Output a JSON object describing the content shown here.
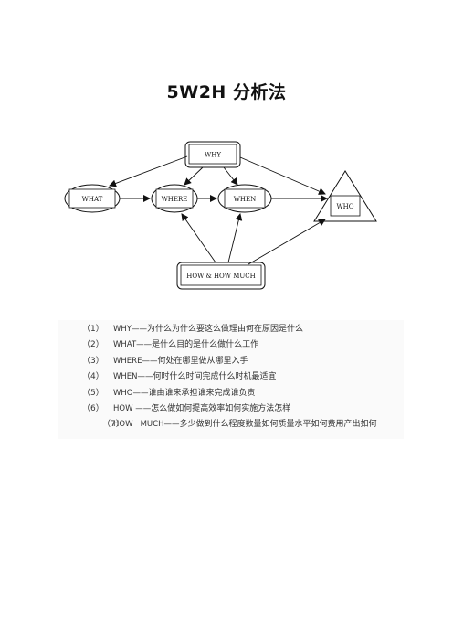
{
  "title": "5W2H 分析法",
  "diagram": {
    "why": "WHY",
    "what": "WHAT",
    "where": "WHERE",
    "when": "WHEN",
    "who": "WHO",
    "how": "HOW & HOW MUCH"
  },
  "items": [
    {
      "num": "（1）",
      "key": "WHY——",
      "text": "为什么为什么要这么做理由何在原因是什么"
    },
    {
      "num": "（2）",
      "key": "WHAT——",
      "text": "是什么目的是什么做什么工作"
    },
    {
      "num": "（3）",
      "key": "WHERE——",
      "text": "何处在哪里做从哪里入手"
    },
    {
      "num": "（4）",
      "key": "WHEN——",
      "text": "何时什么时间完成什么时机最适宜"
    },
    {
      "num": "（5）",
      "key": "WHO——",
      "text": "谁由谁来承担谁来完成谁负责"
    },
    {
      "num": "（6）",
      "key": "HOW ——",
      "text": "怎么做如何提高效率如何实施方法怎样"
    },
    {
      "num": "（7）",
      "key": "HOW   MUCH——",
      "text": "多少做到什么程度数量如何质量水平如何费用产出如何"
    }
  ]
}
